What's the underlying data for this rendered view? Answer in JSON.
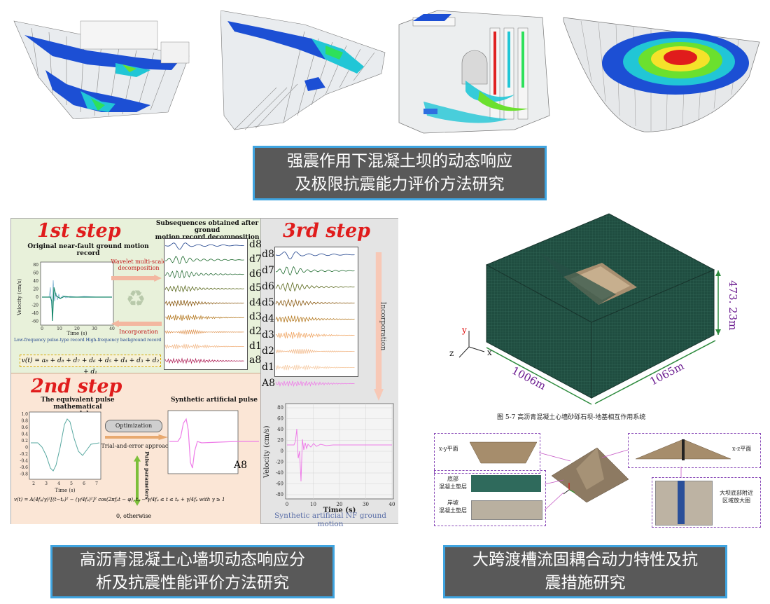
{
  "banners": {
    "top": {
      "line1": "强震作用下混凝土坝的动态响应",
      "line2": "及极限抗震能力评价方法研究"
    },
    "bottom_left": {
      "line1": "高沥青混凝土心墙坝动态响应分",
      "line2": "析及抗震性能评价方法研究"
    },
    "bottom_right": {
      "line1": "大跨渡槽流固耦合动力特性及抗",
      "line2": "震措施研究"
    }
  },
  "colors": {
    "banner_bg": "#595959",
    "banner_border": "#3fa4e0",
    "step_red": "#e01c1c",
    "mesh_green": "#1f4d40"
  },
  "steps": {
    "step1": {
      "title": "1st step",
      "chart_title_l1": "Original near-fault ground motion",
      "chart_title_l2": "record",
      "subseq_l1": "Subsequences obtained after gronud",
      "subseq_l2": "motion record decomposition",
      "wavelet_l1": "Wavelet multi-scale",
      "wavelet_l2": "decomposition",
      "incorporation": "Incorporation",
      "ylabel": "Velocity (cm/s)",
      "xlabel": "Time (s)",
      "legend": "Low-frequency pulse-type record  High-frequency background record",
      "formula": "v(t) = a₈ + d₈ + d₇ + d₆ + d₅ + d₄ + d₃ + d₂ + d₁",
      "yticks": [
        "80",
        "60",
        "40",
        "20",
        "0",
        "-20",
        "-40",
        "-60"
      ],
      "xticks": [
        "0",
        "10",
        "20",
        "30",
        "40"
      ],
      "d_labels": [
        "d8",
        "d7",
        "d6",
        "d5",
        "d4",
        "d3",
        "d2",
        "d1",
        "a8"
      ]
    },
    "step2": {
      "title": "2nd step",
      "model_l1": "The equivalent pulse mathematical",
      "model_l2": "model",
      "synthetic": "Synthetic artificial pulse",
      "optimization": "Optimization",
      "trial": "Trial-and-error approach",
      "pulse_params": "Pulse parameters",
      "a8": "A8",
      "xlabel": "Time (s)",
      "yticks": [
        "1.0",
        "0.8",
        "0.6",
        "0.4",
        "0.2",
        "0",
        "-0.2",
        "-0.4",
        "-0.6",
        "-0.8"
      ],
      "xticks": [
        "2",
        "3",
        "4",
        "5",
        "6",
        "7"
      ],
      "formula_l1": "v(t) = A(4fₚ/γ)²[(t−tₚ)² − (γ/4fₚ)²]² cos(2πfₚt − φ),  tₚ − γ/4fₚ ≤ t ≤ tₚ + γ/4fₚ  with γ ≥ 1",
      "formula_l2": "0, otherwise"
    },
    "step3": {
      "title": "3rd step",
      "d_labels": [
        "d8",
        "d7",
        "d6",
        "d5",
        "d4",
        "d3",
        "d2",
        "d1",
        "A8"
      ],
      "incorporation": "Incorporation",
      "ylabel": "Velocity (cm/s)",
      "xlabel": "Time (s)",
      "yticks": [
        "80",
        "60",
        "40",
        "20",
        "0",
        "-20",
        "-40",
        "-60",
        "-80"
      ],
      "xticks": [
        "0",
        "10",
        "20",
        "30",
        "40"
      ],
      "caption": "Synthetic artificial NF ground motion"
    }
  },
  "model3d": {
    "height": "473. 23m",
    "len1": "1006m",
    "len2": "1065m",
    "axis_y": "y",
    "axis_z": "z",
    "axis_x": "x",
    "caption": "图 5-7  高沥青混凝土心墙砂砾石坝-地基相互作用系统"
  },
  "mesh_details": {
    "xy": "x-y平面",
    "xz": "x-z平面",
    "bottom_l1": "底部",
    "bottom_l2": "混凝土垫层",
    "bank_l1": "岸坡",
    "bank_l2": "混凝土垫层",
    "enlarge_l1": "大坝底部附近",
    "enlarge_l2": "区域放大图"
  }
}
